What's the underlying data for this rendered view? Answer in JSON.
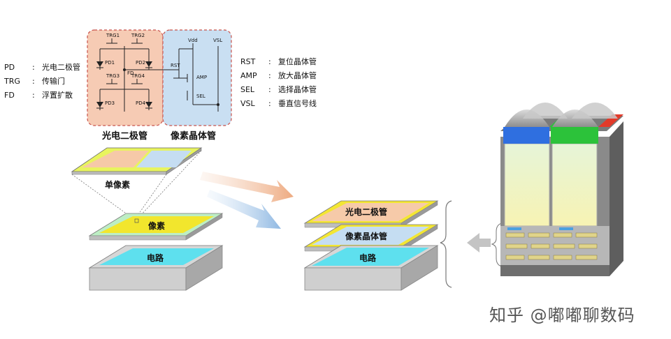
{
  "legend_left": [
    {
      "key": "PD",
      "desc": "光电二极管"
    },
    {
      "key": "TRG",
      "desc": "传输门"
    },
    {
      "key": "FD",
      "desc": "浮置扩散"
    }
  ],
  "legend_right": [
    {
      "key": "RST",
      "desc": "复位晶体管"
    },
    {
      "key": "AMP",
      "desc": "放大晶体管"
    },
    {
      "key": "SEL",
      "desc": "选择晶体管"
    },
    {
      "key": "VSL",
      "desc": "垂直信号线"
    }
  ],
  "circuit": {
    "trg1": "TRG1",
    "trg2": "TRG2",
    "trg3": "TRG3",
    "trg4": "TRG4",
    "pd1": "PD1",
    "pd2": "PD2",
    "pd3": "PD3",
    "pd4": "PD4",
    "fd": "FD",
    "rst": "RST",
    "amp": "AMP",
    "sel": "SEL",
    "vdd": "Vdd",
    "vsl": "VSL"
  },
  "captions": {
    "photodiode": "光电二极管",
    "pixel_transistor": "像素晶体管",
    "single_pixel": "单像素"
  },
  "left_stack": {
    "pixel": "像素",
    "circuit": "电路"
  },
  "right_stack": {
    "photodiode": "光电二极管",
    "transistor": "像素晶体管",
    "circuit": "电路"
  },
  "watermark": "知乎 @嘟嘟聊数码",
  "colors": {
    "pink": "#f5c6a8",
    "blue_panel": "#c9dff2",
    "yellow": "#f2e82a",
    "cyan": "#5ee0f0",
    "grey": "#d4d4d4"
  }
}
